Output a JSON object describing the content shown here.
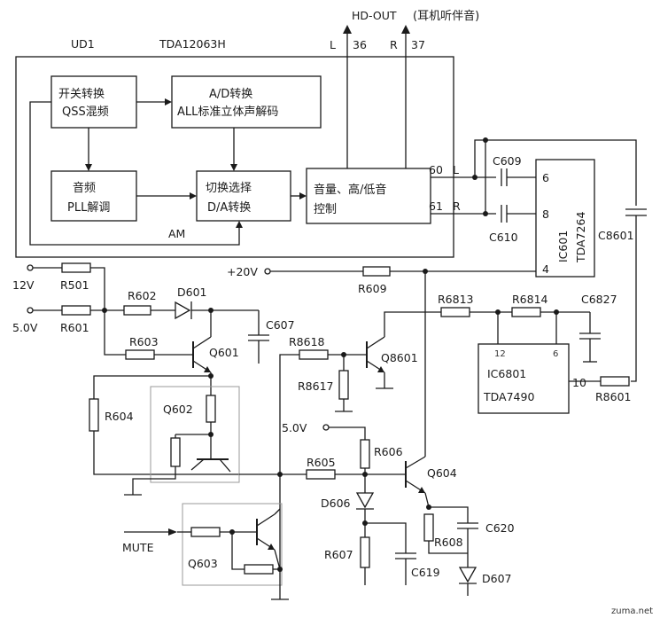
{
  "chip": {
    "ref": "UD1",
    "part": "TDA12063H"
  },
  "headphone": {
    "label": "HD-OUT",
    "desc": "(耳机听伴音)",
    "pin_l": "L",
    "pin_l_num": "36",
    "pin_r": "R",
    "pin_r_num": "37"
  },
  "blocks": {
    "qss": [
      "开关转换",
      "QSS混频"
    ],
    "ad": [
      "A/D转换",
      "ALL标准立体声解码"
    ],
    "pll": [
      "音频",
      "PLL解调"
    ],
    "sw": [
      "切换选择",
      "D/A转换"
    ],
    "vol": [
      "音量、高/低音",
      "控制"
    ],
    "am": "AM"
  },
  "pins": {
    "p60": "60",
    "p60_ch": "L",
    "p61": "61",
    "p61_ch": "R"
  },
  "ic601": {
    "ref": "IC601",
    "part": "TDA7264",
    "pin6": "6",
    "pin8": "8",
    "pin4": "4"
  },
  "ic6801": {
    "ref": "IC6801",
    "part": "TDA7490",
    "pin12": "12",
    "pin6": "6",
    "pin10": "10"
  },
  "supplies": {
    "v12": "12V",
    "v5a": "5.0V",
    "v20": "+20V",
    "v5b": "5.0V"
  },
  "components": {
    "C609": "C609",
    "C610": "C610",
    "C8601": "C8601",
    "R501": "R501",
    "R601": "R601",
    "R602": "R602",
    "D601": "D601",
    "C607": "C607",
    "R609": "R609",
    "R6813": "R6813",
    "R6814": "R6814",
    "C6827": "C6827",
    "R603": "R603",
    "Q601": "Q601",
    "R8618": "R8618",
    "Q8601": "Q8601",
    "R8617": "R8617",
    "R604": "R604",
    "Q602": "Q602",
    "R8601": "R8601",
    "R606": "R606",
    "R605": "R605",
    "Q604": "Q604",
    "D606": "D606",
    "C620": "C620",
    "R608": "R608",
    "R607": "R607",
    "C619": "C619",
    "D607": "D607",
    "Q603": "Q603"
  },
  "mute": "MUTE",
  "watermark": "zuma.net"
}
